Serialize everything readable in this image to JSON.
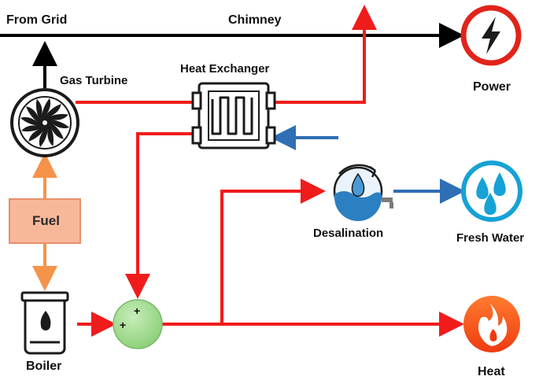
{
  "labels": {
    "from_grid": "From Grid",
    "chimney": "Chimney",
    "gas_turbine": "Gas Turbine",
    "heat_exchanger": "Heat Exchanger",
    "power": "Power",
    "fuel": "Fuel",
    "desalination": "Desalination",
    "fresh_water": "Fresh Water",
    "boiler": "Boiler",
    "heat": "Heat"
  },
  "mixer_signs": [
    "+",
    "+"
  ],
  "colors": {
    "hot_flow": "#f01c1c",
    "grid_flow": "#000000",
    "fuel_flow": "#f5934a",
    "water_flow": "#2e6fb5",
    "fuel_box_fill": "#f9b79a",
    "fuel_box_border": "#e8906c",
    "mixer_fill": "#9ed98c",
    "power_ring": "#e2231a",
    "water_ring": "#16a2d6"
  },
  "icons": {
    "gas_turbine": "turbine-fan-icon",
    "heat_exchanger": "heat-exchanger-coil-icon",
    "power": "lightning-bolt-icon",
    "desalination": "water-drop-cycle-icon",
    "fresh_water": "water-drops-icon",
    "boiler": "boiler-flame-icon",
    "heat": "fire-icon",
    "mixer": "mixing-junction-icon"
  }
}
